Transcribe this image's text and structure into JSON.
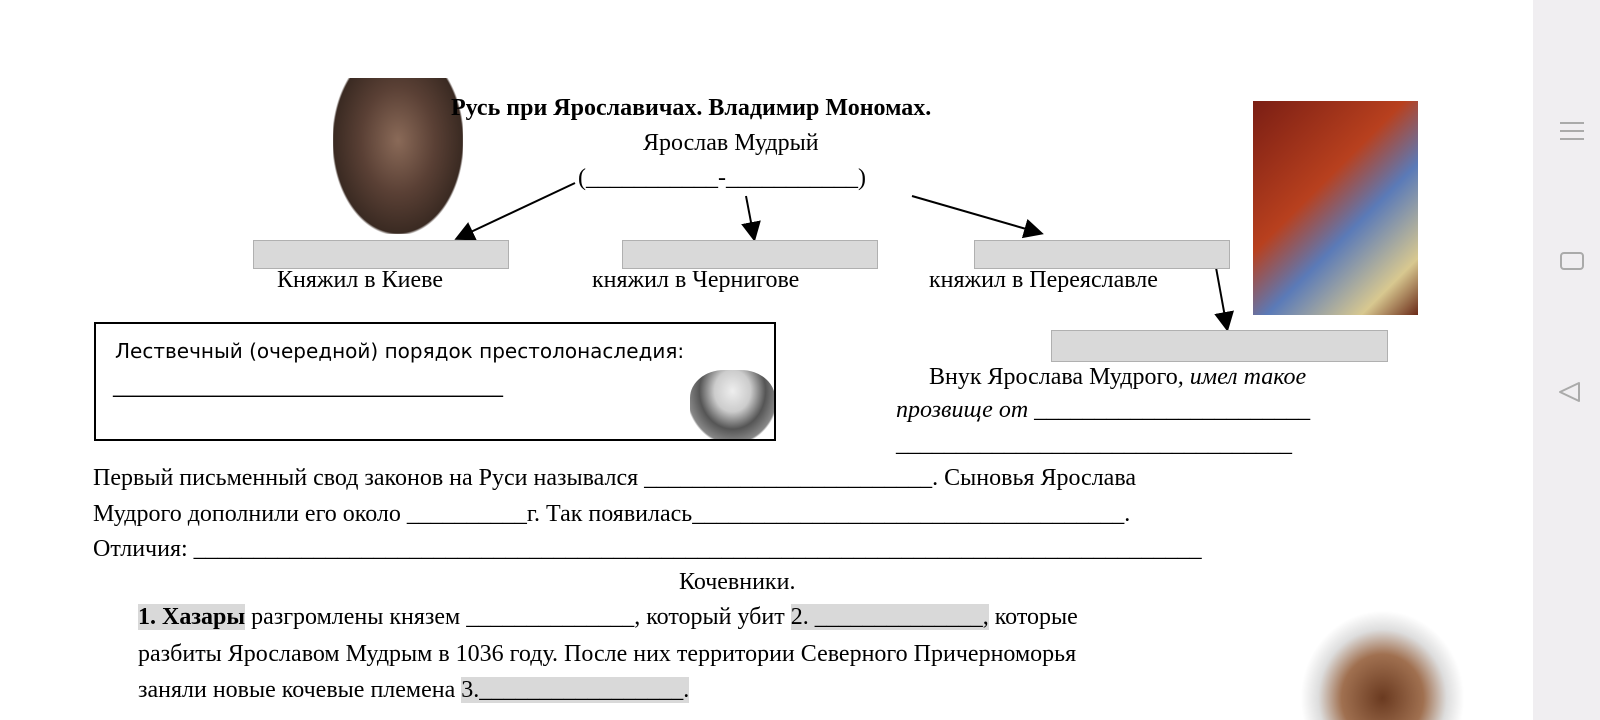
{
  "title": "Русь при Ярославичах. Владимир Мономах.",
  "yaroslav": "Ярослав Мудрый",
  "dates": "(___________-___________)",
  "sons": [
    "Княжил в Киеве",
    "княжил в Чернигове",
    "княжил в Переяславле"
  ],
  "box": {
    "heading": "Лествечный (очередной) порядок престолонаследия:",
    "line": "_______________________________________"
  },
  "grandson": {
    "line1_normal": "Внук Ярослава Мудрого",
    "line1_italic": ", имел такое",
    "line2_italic": "прозвище от",
    "line2_blank": " _______________________",
    "line3": "_________________________________"
  },
  "law": {
    "line1": "Первый письменный свод законов на Руси назывался ________________________. Сыновья Ярослава",
    "line2": "Мудрого дополнили его около __________г. Так появилась____________________________________.",
    "line3": "Отличия: ____________________________________________________________________________________"
  },
  "nomads": {
    "heading": "Кочевники.",
    "p1_bold": "1. Хазары",
    "p1_a": " разгромлены князем ______________, который убит ",
    "p1_hl": "2. ______________,",
    "p1_b": " которые",
    "p2": "разбиты Ярославом Мудрым в 1036 году. После них территории Северного Причерноморья",
    "p3_a": "заняли новые кочевые племена  ",
    "p3_hl": "3._________________."
  },
  "nav": {
    "menu": "menu-icon",
    "home": "home-icon",
    "back": "back-icon"
  }
}
